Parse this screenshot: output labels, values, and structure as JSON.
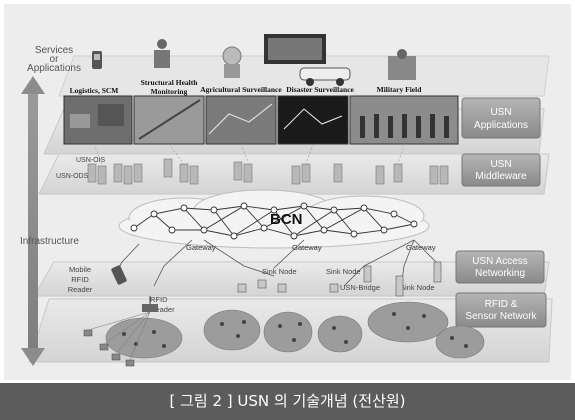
{
  "side_labels": {
    "services": [
      "Services",
      "or",
      "Applications"
    ],
    "infrastructure": "Infrastructure"
  },
  "applications": [
    {
      "label": "Logistics, SCM"
    },
    {
      "label": [
        "Structural Health",
        "Monitoring"
      ]
    },
    {
      "label": "Agricultural Surveillance"
    },
    {
      "label": "Disaster Surveillance"
    },
    {
      "label": "Military Field"
    }
  ],
  "layer_labels": {
    "applications": [
      "USN",
      "Applications"
    ],
    "middleware": [
      "USN",
      "Middleware"
    ],
    "access": [
      "USN Access",
      "Networking"
    ],
    "sensor": [
      "RFID &",
      "Sensor Network"
    ]
  },
  "middleware_labels": {
    "ois": "USN-OIS",
    "ods": "USN-ODS"
  },
  "bcn": {
    "label": "BCN"
  },
  "gateways": [
    "Gateway",
    "Gateway",
    "Gateway"
  ],
  "access_labels": {
    "mobile_reader": [
      "Mobile",
      "RFID",
      "Reader"
    ],
    "sink_node": "Sink Node",
    "usn_bridge": "USN-Bridge",
    "rfid_reader": [
      "RFID",
      "Reader"
    ]
  },
  "caption": "[ 그림 2 ] USN 의 기술개념 (전산원)",
  "colors": {
    "arrow": "#8c8c8c",
    "plane": "#e0e0e0",
    "label_box": "#9a9a9a",
    "cloud": "#f4f4f4",
    "caption_bg": "#5c5c5c"
  }
}
